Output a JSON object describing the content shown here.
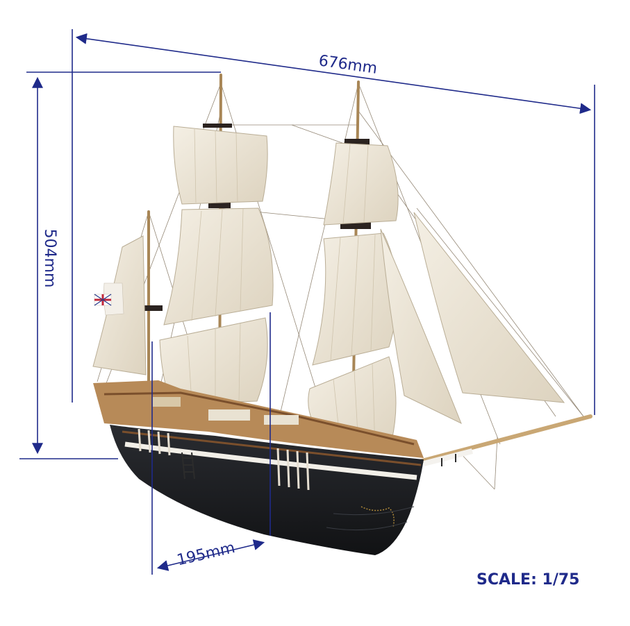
{
  "dimensions": {
    "length": "676mm",
    "height": "504mm",
    "beam": "195mm"
  },
  "scale_label": "SCALE: 1/75",
  "colors": {
    "dimension_lines": "#1f2a8a",
    "hull": "#1e2024",
    "sail": "#eee6d6",
    "wood": "#c8a06a"
  }
}
